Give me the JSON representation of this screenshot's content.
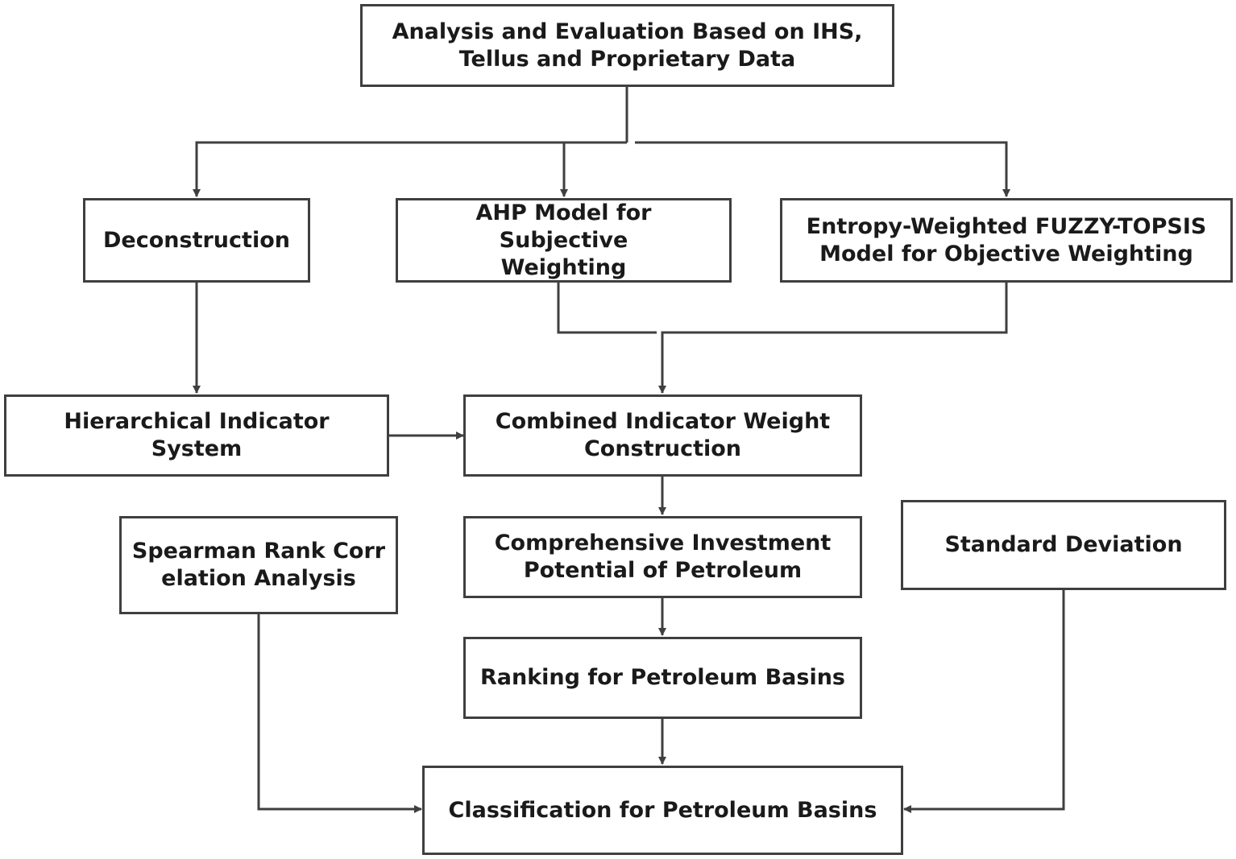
{
  "colors": {
    "stroke": "#3f3f3f",
    "text": "#1a1a1a",
    "background": "#ffffff"
  },
  "nodes": {
    "source": {
      "label": "Analysis and Evaluation Based on IHS,\nTellus and Proprietary Data"
    },
    "deconstruction": {
      "label": "Deconstruction"
    },
    "ahp": {
      "label": "AHP Model for Subjective\nWeighting"
    },
    "entropy": {
      "label": "Entropy-Weighted FUZZY-TOPSIS\nModel for Objective Weighting"
    },
    "hierarchical": {
      "label": "Hierarchical Indicator System"
    },
    "combined": {
      "label": "Combined Indicator Weight\nConstruction"
    },
    "spearman": {
      "label": "Spearman Rank Corr\nelation Analysis"
    },
    "comprehensive": {
      "label": "Comprehensive Investment\nPotential of Petroleum"
    },
    "std_dev": {
      "label": "Standard Deviation"
    },
    "ranking": {
      "label": "Ranking for Petroleum Basins"
    },
    "classification": {
      "label": "Classification for Petroleum Basins"
    }
  }
}
